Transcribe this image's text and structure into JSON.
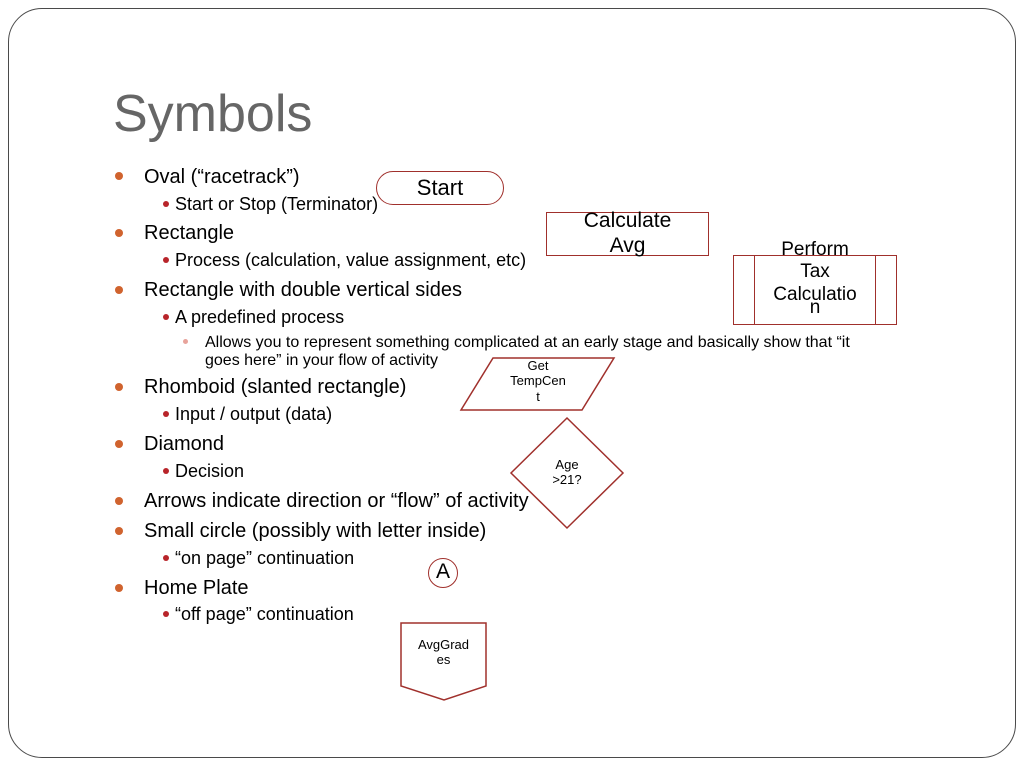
{
  "slide": {
    "title": "Symbols",
    "bullets": [
      {
        "text": "Oval (“racetrack”)"
      },
      {
        "text": "Start or Stop (Terminator)"
      },
      {
        "text": "Rectangle"
      },
      {
        "text": "Process (calculation, value assignment, etc)"
      },
      {
        "text": "Rectangle with double vertical sides"
      },
      {
        "text": "A predefined process"
      },
      {
        "text": "Allows you to represent something complicated at an early stage and basically show that “it"
      },
      {
        "text": "goes here” in your flow of activity"
      },
      {
        "text": "Rhomboid (slanted rectangle)"
      },
      {
        "text": "Input / output (data)"
      },
      {
        "text": "Diamond"
      },
      {
        "text": "Decision"
      },
      {
        "text": "Arrows indicate direction or “flow” of activity"
      },
      {
        "text": "Small circle (possibly with letter inside)"
      },
      {
        "text": "“on page” continuation"
      },
      {
        "text": "Home Plate"
      },
      {
        "text": "“off page” continuation"
      }
    ]
  },
  "symbols": {
    "terminator": "Start",
    "process_1": "Calculate",
    "process_2": "Avg",
    "predefined_1": "Perform",
    "predefined_2": "Tax",
    "predefined_3": "Calculatio",
    "predefined_4": "n",
    "io_1": "Get",
    "io_2": "TempCen",
    "io_3": "t",
    "decision_1": "Age",
    "decision_2": ">21?",
    "connector": "A",
    "offpage_1": "AvgGrad",
    "offpage_2": "es"
  },
  "colors": {
    "bullet_level1": "#d0632e",
    "bullet_level2": "#b8242a",
    "bullet_level3": "#e8a39b",
    "shape_stroke": "#a0302c",
    "title": "#666666"
  }
}
